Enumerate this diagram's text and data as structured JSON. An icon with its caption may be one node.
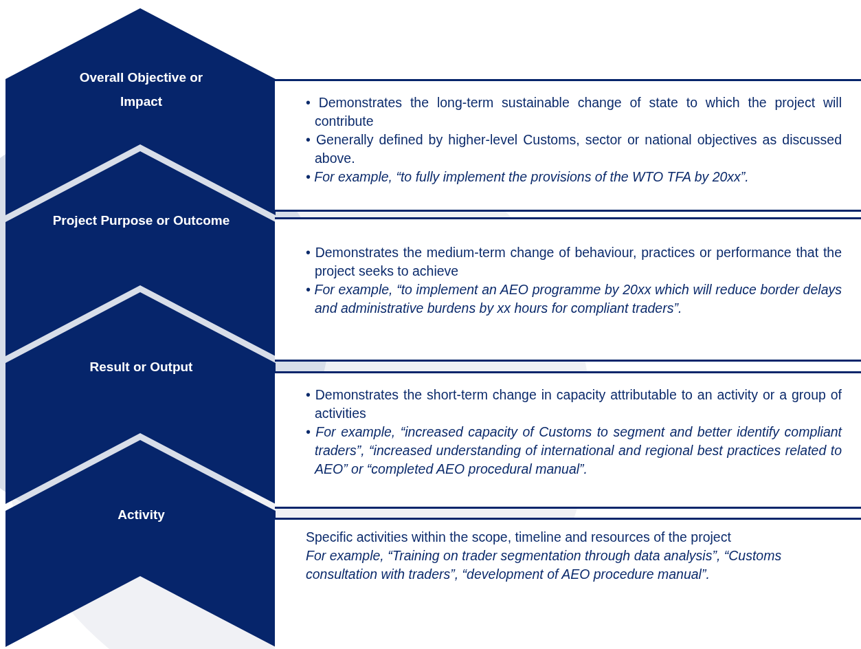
{
  "diagram": {
    "nodes": [
      {
        "text": [
          "Overall Objective or Impact"
        ]
      },
      {
        "text": [
          "• Demonstrates the long-term sustainable change of state to which the project will contribute",
          "• Generally defined by higher-level Customs, sector or national objectives as discussed above.",
          "• For example, “to fully implement the provisions of the WTO TFA by 20xx”."
        ]
      },
      {
        "text": [
          "Project Purpose or Outcome"
        ]
      },
      {
        "text": [
          "• Demonstrates the medium-term change of behaviour, practices or performance that the project seeks to achieve",
          "• For example, “to implement an AEO programme by 20xx which will reduce border delays and administrative burdens by xx hours for compliant traders”."
        ]
      },
      {
        "text": [
          "Result or Output"
        ]
      },
      {
        "text": [
          "• Demonstrates the short-term change in capacity attributable to an activity or a group of activities",
          "• For example, “increased capacity of Customs to segment and better identify compliant traders”, “increased understanding of international and regional best practices related to AEO” or “completed AEO procedural manual”."
        ]
      },
      {
        "text": [
          "Activity"
        ]
      },
      {
        "text": [
          "Specific activities within the scope, timeline and resources of the project",
          "For example, “Training on trader segmentation through data analysis”, “Customs consultation with traders”, “development of AEO procedure manual”."
        ]
      }
    ]
  }
}
